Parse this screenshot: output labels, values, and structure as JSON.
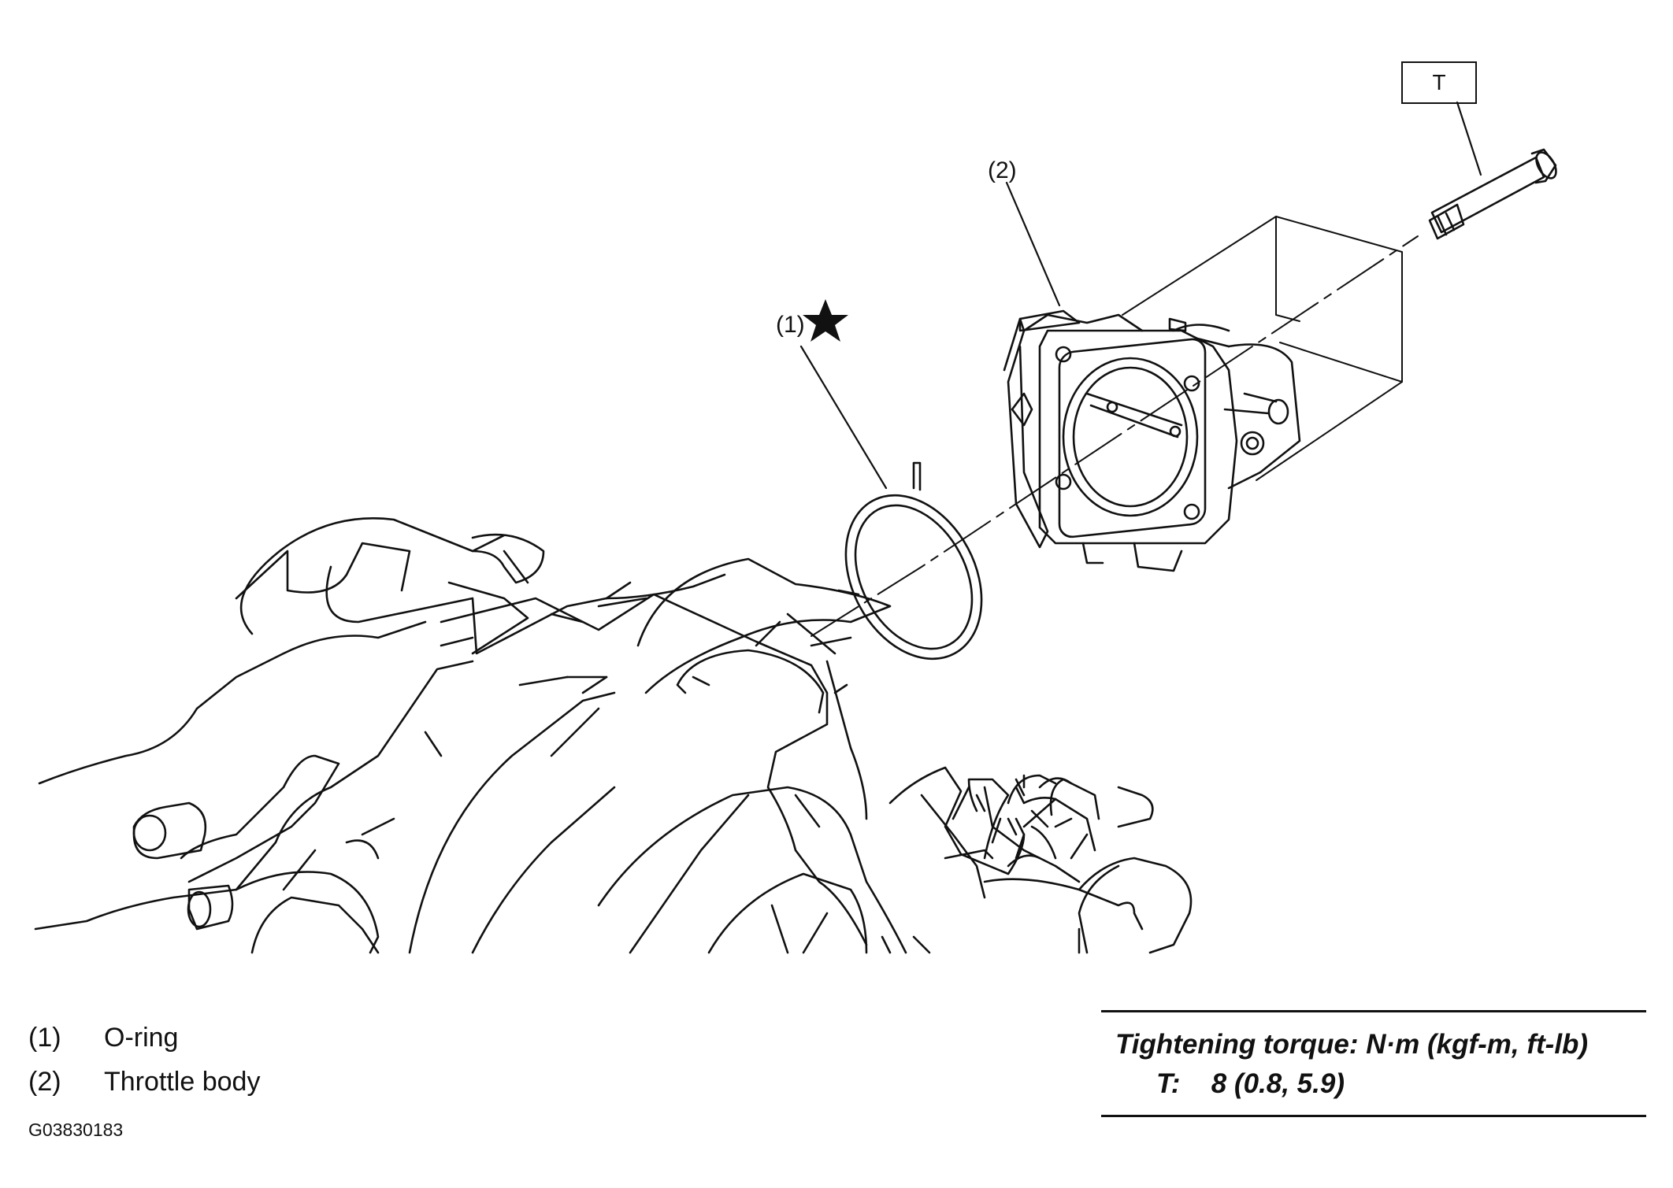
{
  "callouts": {
    "c1": "(1)",
    "c2": "(2)",
    "t": "T"
  },
  "legend": [
    {
      "num": "(1)",
      "label": "O-ring"
    },
    {
      "num": "(2)",
      "label": "Throttle body"
    }
  ],
  "figure_id": "G03830183",
  "torque": {
    "header": "Tightening torque: N·m (kgf-m, ft-lb)",
    "label": "T:",
    "value": "8 (0.8, 5.9)"
  },
  "icons": {
    "star": "star-icon"
  }
}
